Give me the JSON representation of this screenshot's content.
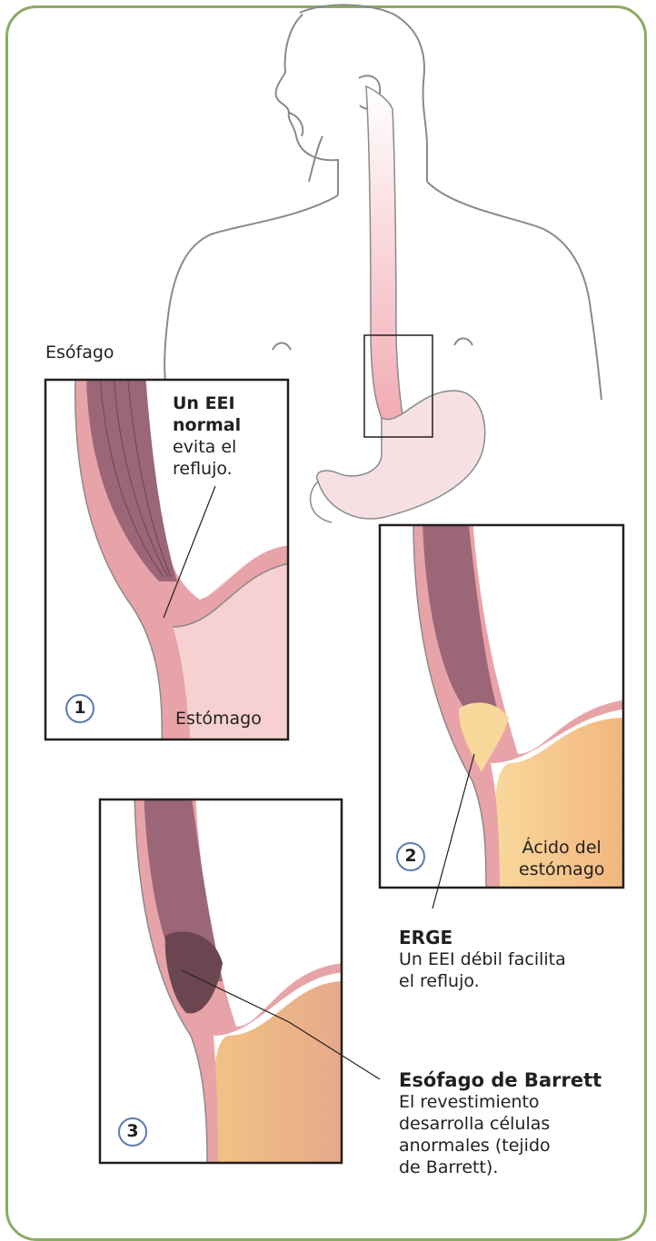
{
  "labels": {
    "esofago": "Esófago",
    "panel1_bold_1": "Un EEI",
    "panel1_bold_2": "normal",
    "panel1_line_3": "evita el",
    "panel1_line_4": "reflujo.",
    "estomago": "Estómago",
    "acido_1": "Ácido del",
    "acido_2": "estómago",
    "erge_title": "ERGE",
    "erge_line_1": "Un EEI débil facilita",
    "erge_line_2": "el reflujo.",
    "barrett_title": "Esófago de Barrett",
    "barrett_line_1": "El revestimiento",
    "barrett_line_2": "desarrolla células",
    "barrett_line_3": "anormales (tejido",
    "barrett_line_4": "de Barrett)."
  },
  "badges": {
    "one": "1",
    "two": "2",
    "three": "3"
  },
  "colors": {
    "frame_green": "#8cab63",
    "badge_blue": "#5b7ab4",
    "esophagus_muscle": "#9b6677",
    "lining_pink": "#e8a3a8",
    "stomach_pink": "#f7d1d1",
    "acid_orange": "#f6c48a",
    "outline_gray": "#8a8a8a"
  }
}
